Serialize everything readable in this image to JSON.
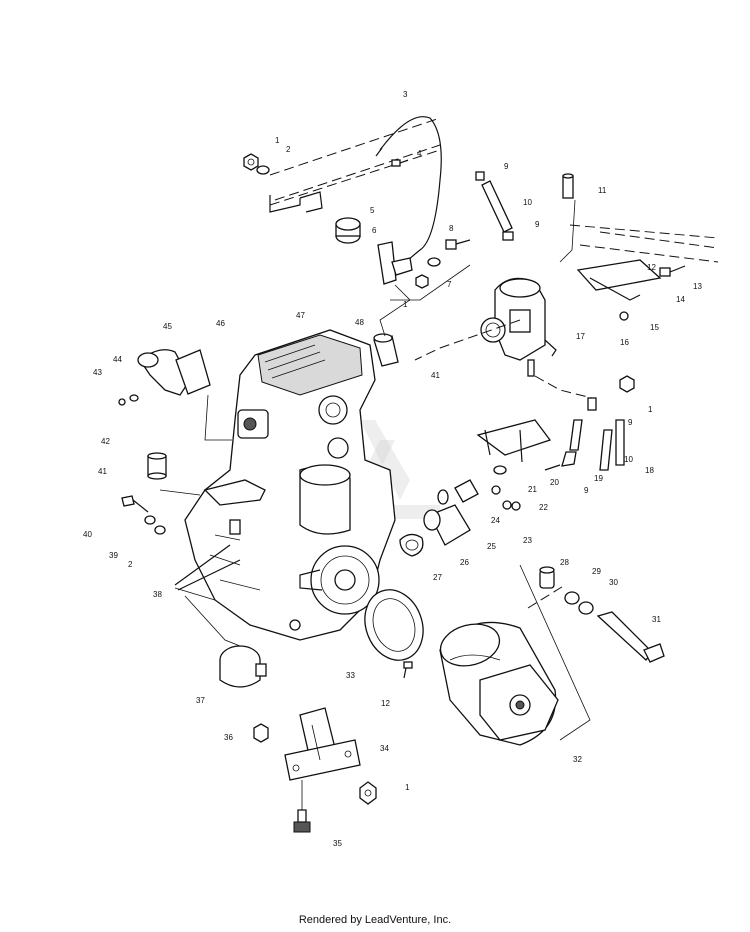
{
  "footer": "Rendered by LeadVenture, Inc.",
  "callouts": [
    {
      "n": "1"
    },
    {
      "n": "2"
    },
    {
      "n": "3"
    },
    {
      "n": "4"
    },
    {
      "n": "5"
    },
    {
      "n": "6"
    },
    {
      "n": "1"
    },
    {
      "n": "7"
    },
    {
      "n": "8"
    },
    {
      "n": "9"
    },
    {
      "n": "10"
    },
    {
      "n": "9"
    },
    {
      "n": "11"
    },
    {
      "n": "12"
    },
    {
      "n": "13"
    },
    {
      "n": "14"
    },
    {
      "n": "15"
    },
    {
      "n": "16"
    },
    {
      "n": "17"
    },
    {
      "n": "1"
    },
    {
      "n": "9"
    },
    {
      "n": "10"
    },
    {
      "n": "18"
    },
    {
      "n": "19"
    },
    {
      "n": "20"
    },
    {
      "n": "9"
    },
    {
      "n": "21"
    },
    {
      "n": "22"
    },
    {
      "n": "24"
    },
    {
      "n": "23"
    },
    {
      "n": "25"
    },
    {
      "n": "26"
    },
    {
      "n": "27"
    },
    {
      "n": "28"
    },
    {
      "n": "29"
    },
    {
      "n": "30"
    },
    {
      "n": "31"
    },
    {
      "n": "32"
    },
    {
      "n": "33"
    },
    {
      "n": "12"
    },
    {
      "n": "34"
    },
    {
      "n": "1"
    },
    {
      "n": "35"
    },
    {
      "n": "36"
    },
    {
      "n": "37"
    },
    {
      "n": "38"
    },
    {
      "n": "39"
    },
    {
      "n": "2"
    },
    {
      "n": "40"
    },
    {
      "n": "41"
    },
    {
      "n": "42"
    },
    {
      "n": "43"
    },
    {
      "n": "44"
    },
    {
      "n": "45"
    },
    {
      "n": "46"
    },
    {
      "n": "47"
    },
    {
      "n": "48"
    },
    {
      "n": "41"
    }
  ]
}
